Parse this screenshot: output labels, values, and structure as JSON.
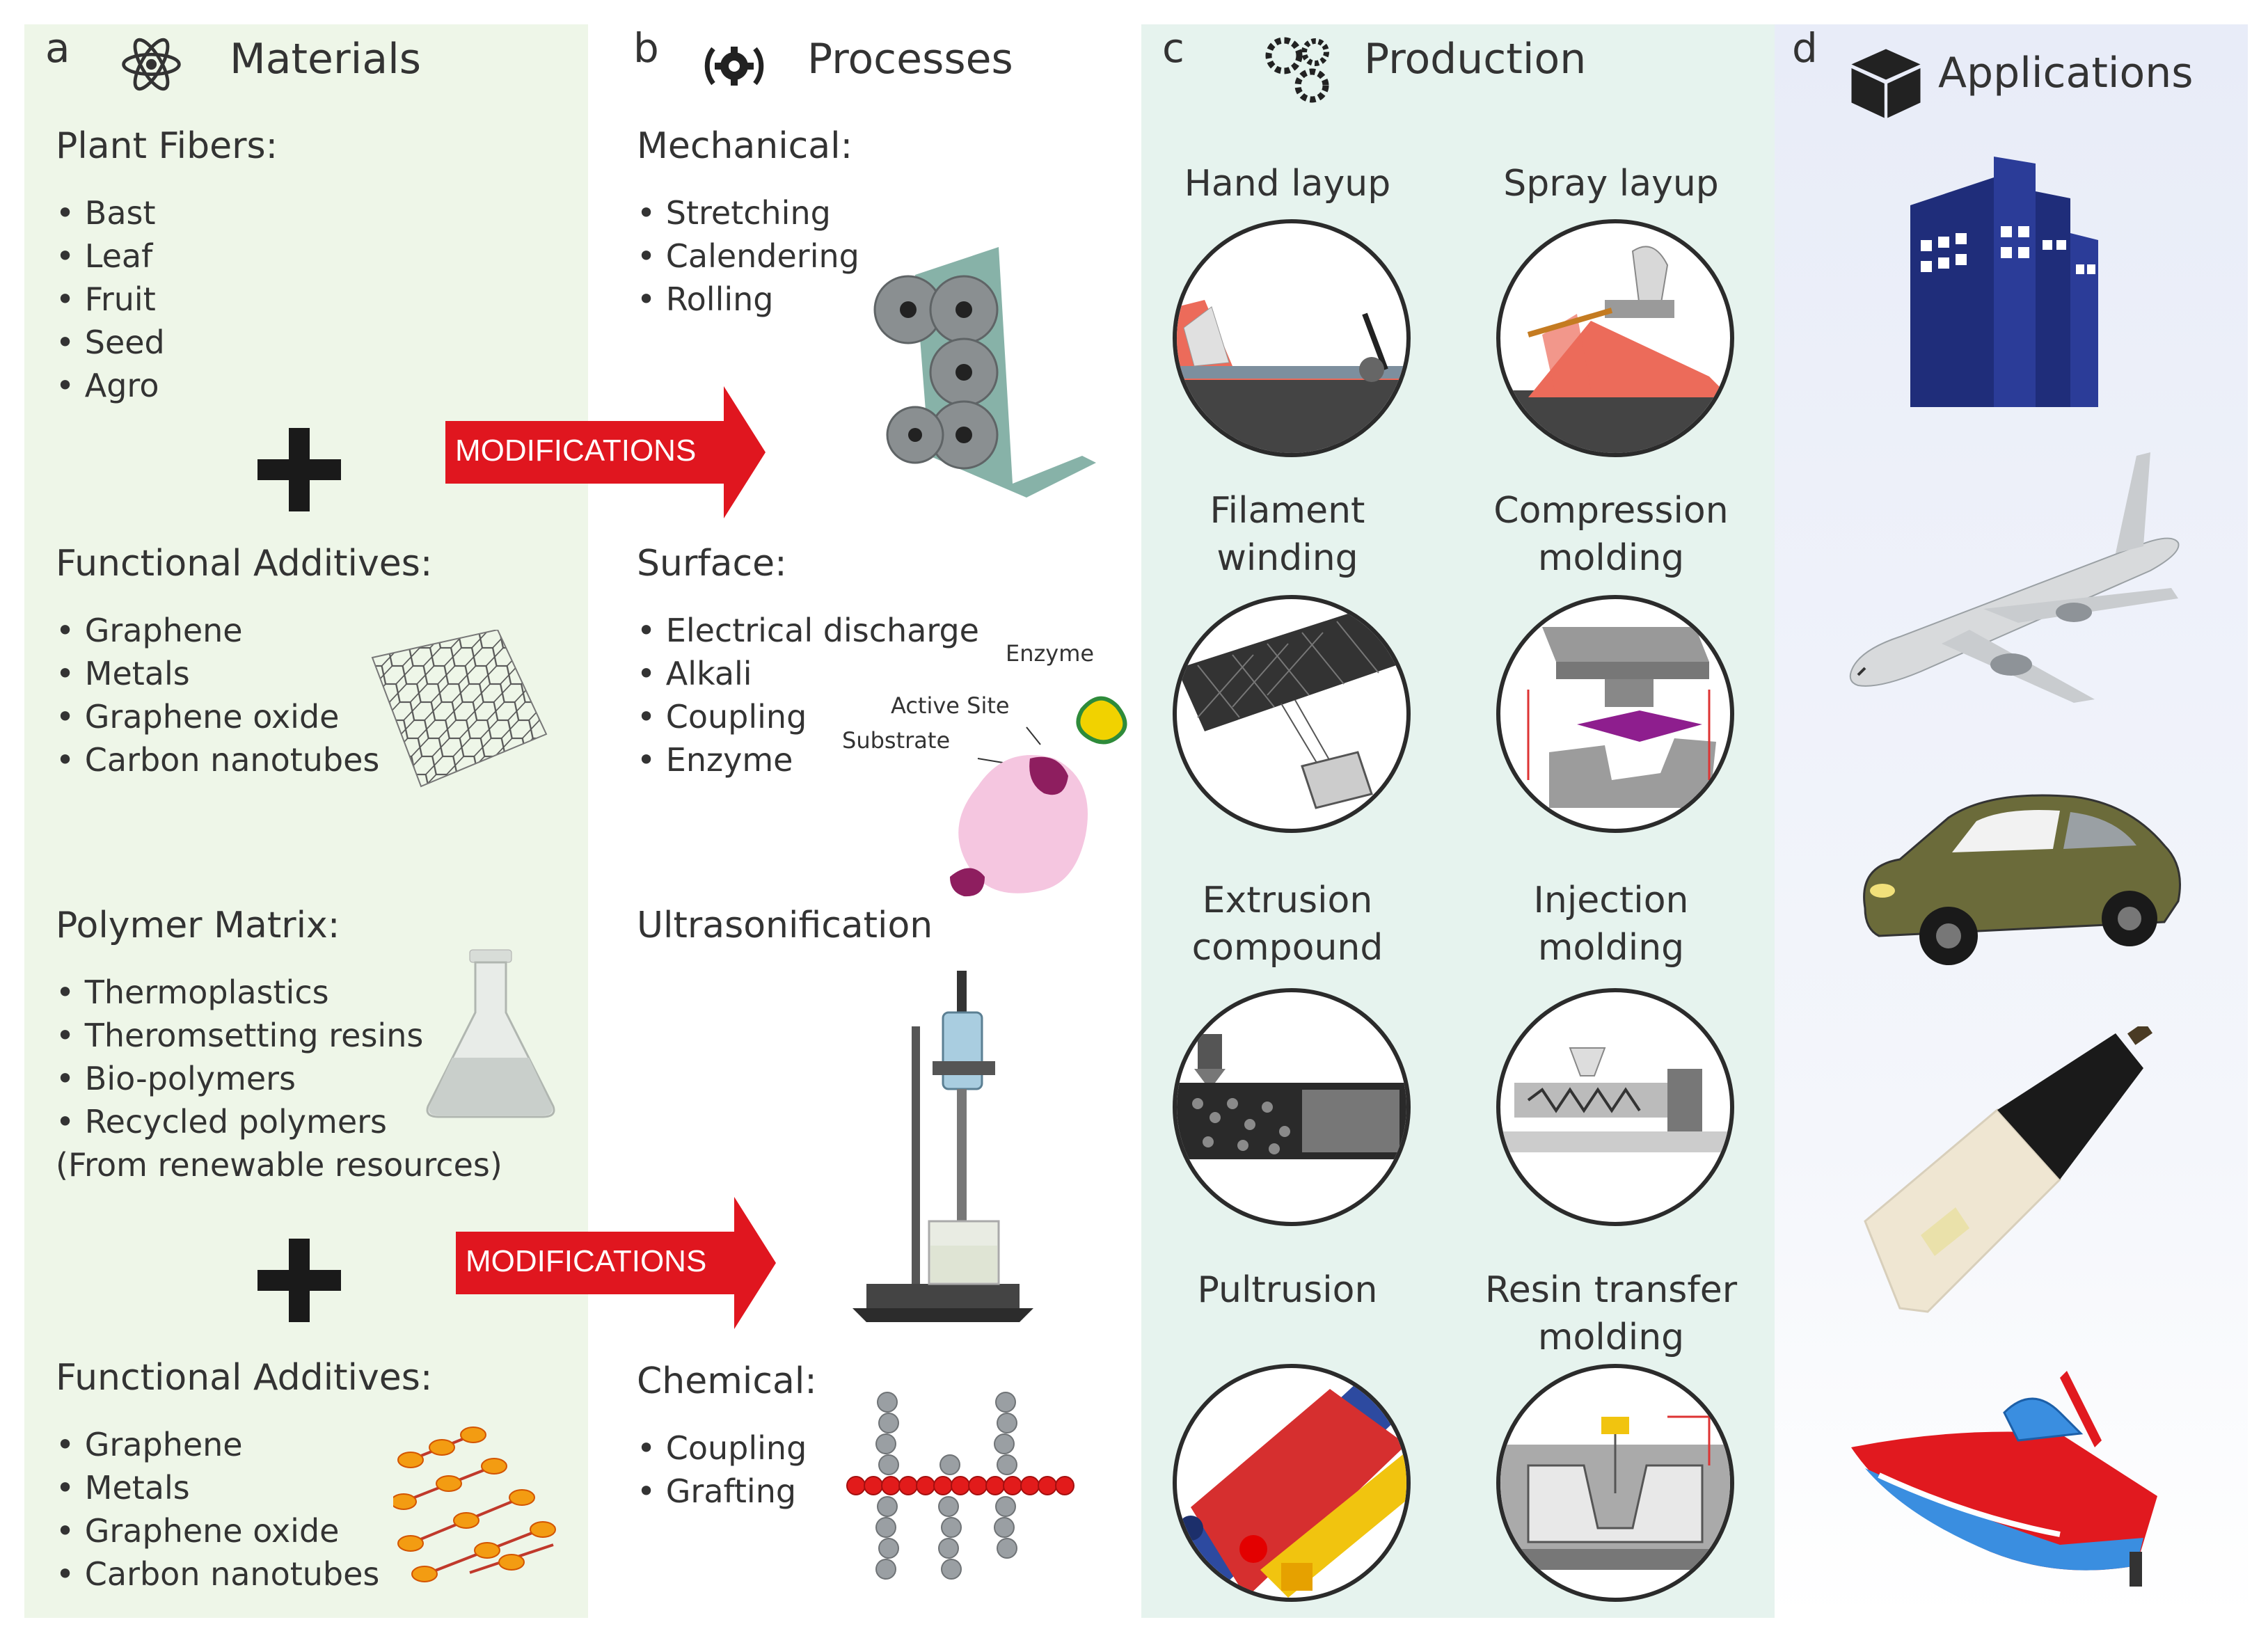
{
  "panel_a": {
    "letter": "a",
    "title": "Materials",
    "icon": "atom-icon",
    "plant_fibers": {
      "heading": "Plant Fibers:",
      "items": [
        "• Bast",
        "• Leaf",
        "• Fruit",
        "• Seed",
        "• Agro"
      ]
    },
    "additives_1": {
      "heading": "Functional Additives:",
      "items": [
        "• Graphene",
        "• Metals",
        "• Graphene oxide",
        "• Carbon nanotubes"
      ]
    },
    "polymer_matrix": {
      "heading": "Polymer Matrix:",
      "items": [
        "• Thermoplastics",
        "• Theromsetting resins",
        "• Bio-polymers",
        "• Recycled polymers",
        "(From renewable resources)"
      ]
    },
    "additives_2": {
      "heading": "Functional Additives:",
      "items": [
        "• Graphene",
        "• Metals",
        "• Graphene oxide",
        "• Carbon nanotubes"
      ]
    }
  },
  "modifications": [
    "MODIFICATIONS",
    "MODIFICATIONS"
  ],
  "panel_b": {
    "letter": "b",
    "title": "Processes",
    "icon": "gear-cycle-icon",
    "mechanical": {
      "heading": "Mechanical:",
      "items": [
        "• Stretching",
        "• Calendering",
        "• Rolling"
      ]
    },
    "surface": {
      "heading": "Surface:",
      "items": [
        "• Electrical discharge",
        "• Alkali",
        "• Coupling",
        "• Enzyme"
      ],
      "labels": {
        "enzyme": "Enzyme",
        "active_site": "Active Site",
        "substrate": "Substrate"
      }
    },
    "ultrasonification": {
      "heading": "Ultrasonification"
    },
    "chemical": {
      "heading": "Chemical:",
      "items": [
        "• Coupling",
        "• Grafting"
      ]
    }
  },
  "panel_c": {
    "letter": "c",
    "title": "Production",
    "icon": "gears-icon",
    "methods": [
      {
        "line1": "Hand layup",
        "line2": ""
      },
      {
        "line1": "Spray layup",
        "line2": ""
      },
      {
        "line1": "Filament",
        "line2": "winding"
      },
      {
        "line1": "Compression",
        "line2": "molding"
      },
      {
        "line1": "Extrusion",
        "line2": "compound"
      },
      {
        "line1": "Injection",
        "line2": "molding"
      },
      {
        "line1": "Pultrusion",
        "line2": ""
      },
      {
        "line1": "Resin transfer",
        "line2": "molding"
      }
    ]
  },
  "panel_d": {
    "letter": "d",
    "title": "Applications",
    "icon": "box-icon",
    "items": [
      "building-icon",
      "airplane-icon",
      "car-icon",
      "cricket-bat-icon",
      "boat-icon"
    ]
  },
  "colors": {
    "arrow_red": "#e0161f",
    "panel_a_bg": "#eef6e8",
    "panel_c_bg": "#e6f3ee",
    "panel_d_bg": "#e8ecf8"
  }
}
